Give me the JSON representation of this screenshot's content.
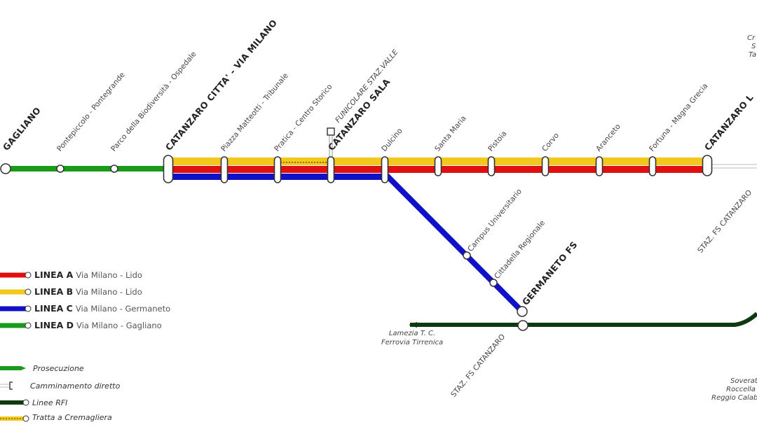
{
  "colors": {
    "linea_a": "#e01010",
    "linea_b": "#f2c81a",
    "linea_c": "#1010c8",
    "linea_d": "#1a9a1a",
    "rfi": "#0f3a0f",
    "walk": "#bbbbbb"
  },
  "stations": [
    {
      "name": "GAGLIANO",
      "major": true
    },
    {
      "name": "Pontepiccolo - Pontegrande",
      "major": false
    },
    {
      "name": "Parco della Biodiversità - Ospedale",
      "major": false
    },
    {
      "name": "CATANZARO CITTA' - VIA MILANO",
      "major": true
    },
    {
      "name": "Piazza Matteotti - Tribunale",
      "major": false
    },
    {
      "name": "Pratica - Centro Storico",
      "major": false
    },
    {
      "name": "CATANZARO SALA",
      "major": true
    },
    {
      "name": "Dulcino",
      "major": false
    },
    {
      "name": "Santa Maria",
      "major": false
    },
    {
      "name": "Pistoia",
      "major": false
    },
    {
      "name": "Corvo",
      "major": false
    },
    {
      "name": "Aranceto",
      "major": false
    },
    {
      "name": "Fortuna - Magna Grecia",
      "major": false
    },
    {
      "name": "CATANZARO L",
      "major": true
    }
  ],
  "funicolare_label": "FUNICOLARE STAZ.VALLE",
  "branch_stations": [
    {
      "name": "Campus Universitario",
      "major": false
    },
    {
      "name": "Cittadella Regionale",
      "major": false
    },
    {
      "name": "GERMANETO FS",
      "major": true
    }
  ],
  "rfi": {
    "staz_fs_catanzaro": "STAZ. FS CATANZARO",
    "staz_fs_catanzaro_right": "STAZ. FS CATANZARO",
    "lamezia": [
      "Lamezia T. C.",
      "Ferrovia Tirrenica"
    ],
    "south": [
      "Soverat",
      "Roccella",
      "Reggio Calab"
    ],
    "north": [
      "Cr",
      "S",
      "Ta"
    ]
  },
  "legend": {
    "lines": [
      {
        "code": "LINEA A",
        "route": "Via Milano - Lido"
      },
      {
        "code": "LINEA B",
        "route": "Via Milano - Lido"
      },
      {
        "code": "LINEA C",
        "route": "Via Milano - Germaneto"
      },
      {
        "code": "LINEA D",
        "route": "Via Milano - Gagliano"
      }
    ],
    "symbols": [
      {
        "label": "Prosecuzione"
      },
      {
        "label": "Camminamento diretto"
      },
      {
        "label": "Linee RFI"
      },
      {
        "label": "Tratta a Cremagliera"
      }
    ]
  }
}
